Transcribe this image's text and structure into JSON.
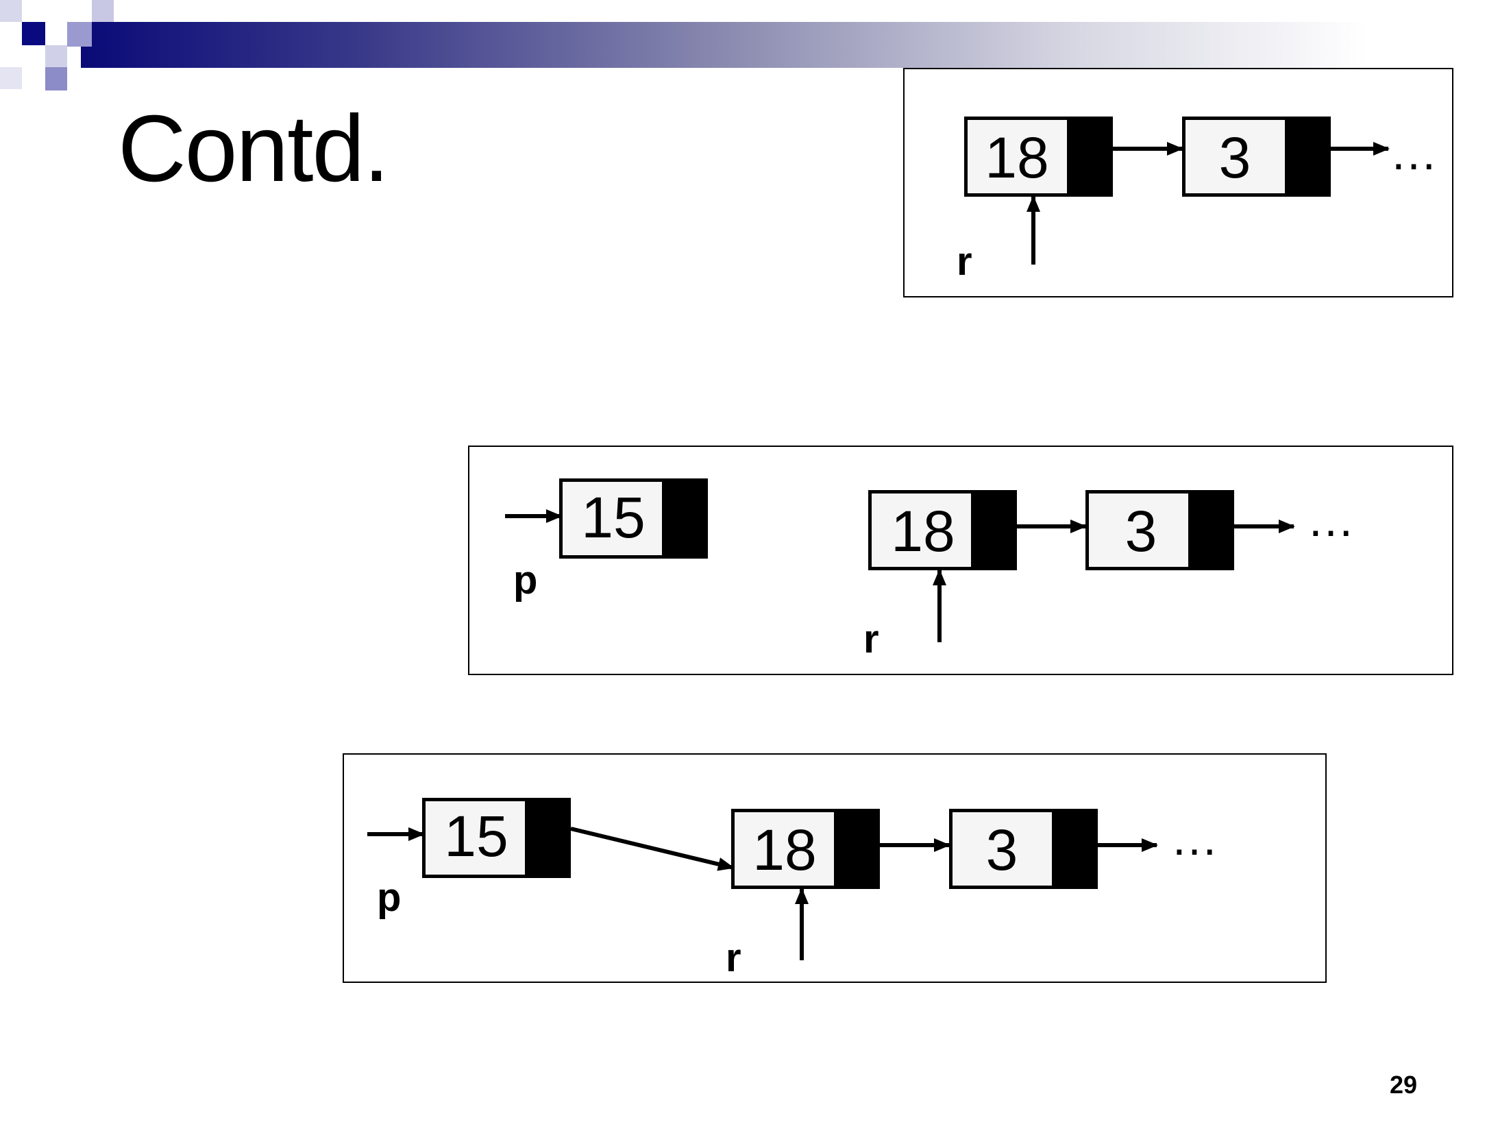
{
  "slide": {
    "title": "Contd.",
    "page_number": "29",
    "accent_colors": [
      "#0a0a78",
      "#6a6ab0",
      "#a8a8d0",
      "#c8c8e0"
    ]
  },
  "diagram": {
    "panel1": {
      "nodes": [
        {
          "value": "18"
        },
        {
          "value": "3"
        }
      ],
      "pointer_r": "r",
      "continuation": "…"
    },
    "panel2": {
      "new_node": {
        "value": "15"
      },
      "pointer_p": "p",
      "nodes": [
        {
          "value": "18"
        },
        {
          "value": "3"
        }
      ],
      "pointer_r": "r",
      "continuation": "…"
    },
    "panel3": {
      "new_node": {
        "value": "15"
      },
      "pointer_p": "p",
      "nodes": [
        {
          "value": "18"
        },
        {
          "value": "3"
        }
      ],
      "pointer_r": "r",
      "continuation": "…"
    }
  }
}
